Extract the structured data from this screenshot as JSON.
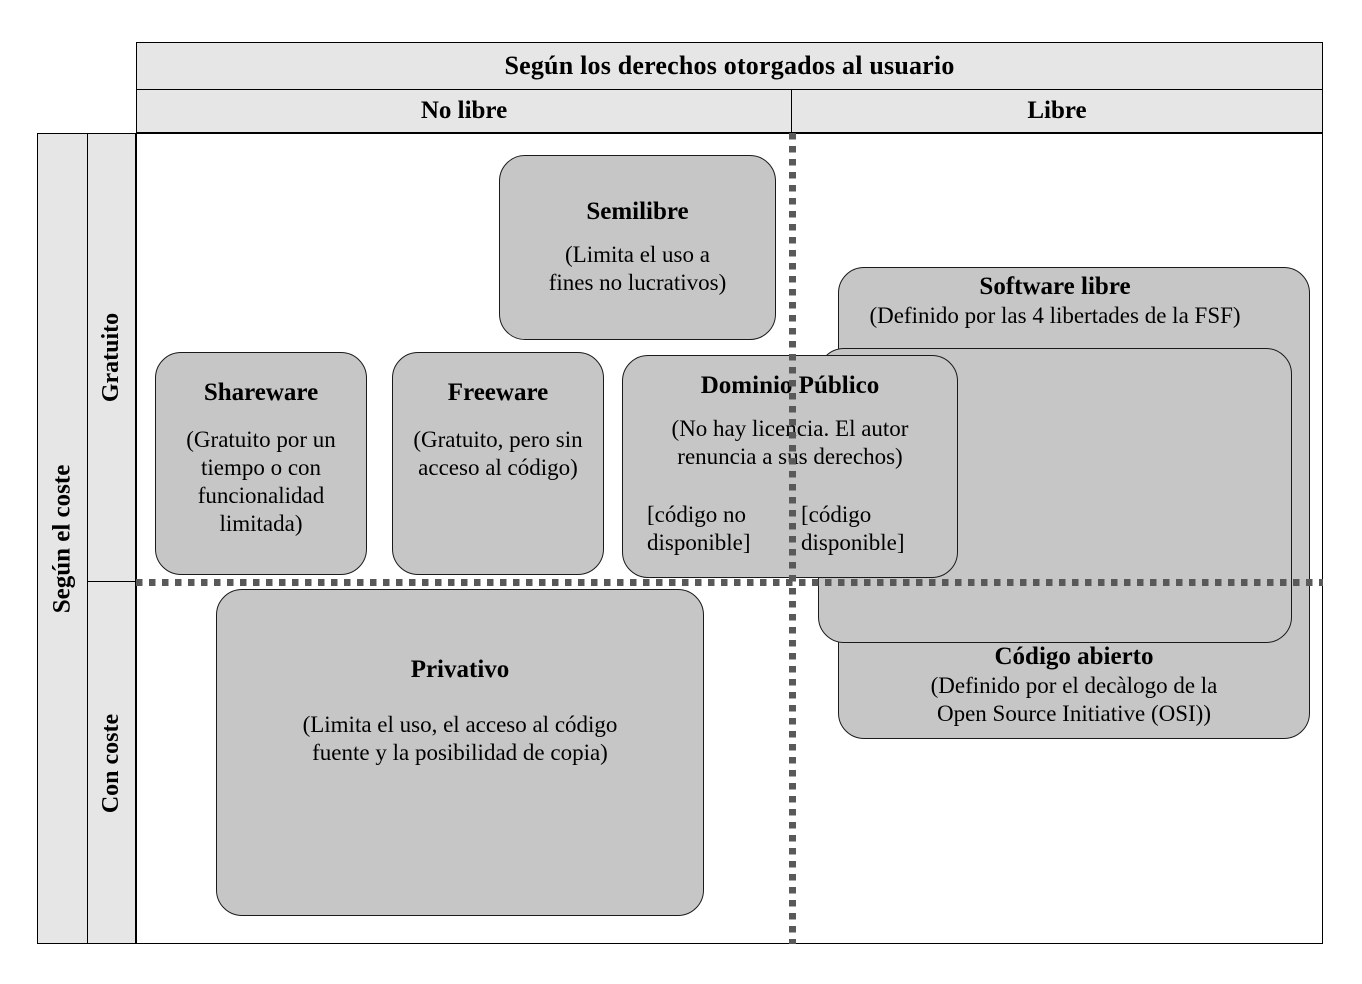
{
  "diagram": {
    "column_header": {
      "title": "Según los derechos otorgados al usuario",
      "columns": [
        {
          "label": "No libre"
        },
        {
          "label": "Libre"
        }
      ]
    },
    "row_header": {
      "title": "Según el coste",
      "rows": [
        {
          "label": "Gratuito"
        },
        {
          "label": "Con coste"
        }
      ]
    },
    "boxes": {
      "semilibre": {
        "title": "Semilibre",
        "desc_line1": "(Limita el uso a",
        "desc_line2": "fines no lucrativos)"
      },
      "shareware": {
        "title": "Shareware",
        "desc_line1": "(Gratuito por un",
        "desc_line2": "tiempo o con",
        "desc_line3": "funcionalidad",
        "desc_line4": "limitada)"
      },
      "freeware": {
        "title": "Freeware",
        "desc_line1": "(Gratuito, pero sin",
        "desc_line2": "acceso al código)"
      },
      "dominio_publico": {
        "title": "Dominio  Público",
        "desc_line1": "(No hay licencia. El autor",
        "desc_line2": "renuncia a sus derechos)",
        "note_left_line1": "[código no",
        "note_left_line2": "disponible]",
        "note_right_line1": "[código",
        "note_right_line2": "disponible]"
      },
      "software_libre": {
        "title": "Software libre",
        "desc_line1": "(Definido por las 4 libertades de la FSF)"
      },
      "codigo_abierto": {
        "title": "Código abierto",
        "desc_line1": "(Definido por el decàlogo de la",
        "desc_line2": "Open Source Initiative (OSI))"
      },
      "privativo": {
        "title": "Privativo",
        "desc_line1": "(Limita el uso, el acceso al código",
        "desc_line2": "fuente y la posibilidad de copia)"
      }
    },
    "colors": {
      "header_band": "#e6e6e6",
      "box_fill": "#c6c6c6",
      "stroke": "#000000",
      "dotted_divider": "#595959",
      "background": "#ffffff"
    }
  }
}
